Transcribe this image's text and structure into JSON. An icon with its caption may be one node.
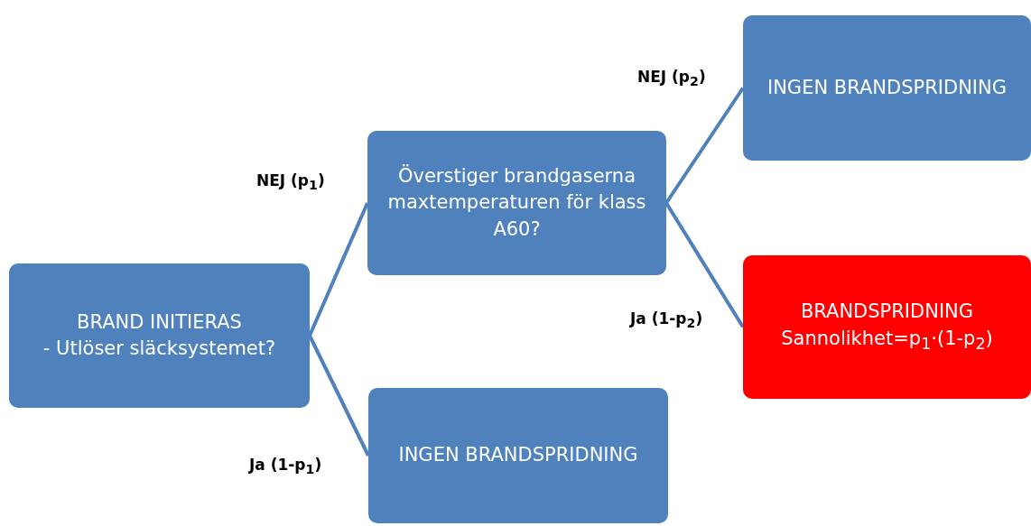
{
  "diagram": {
    "nodes": [
      {
        "text": [
          "BRAND INITIERAS",
          "- Utlöser släcksystemet?"
        ]
      },
      {
        "text": [
          "Överstiger brandgaserna maxtemperaturen för klass A60?"
        ]
      },
      {
        "text": [
          "INGEN BRANDSPRIDNING"
        ]
      },
      {
        "text": [
          "INGEN BRANDSPRIDNING"
        ]
      },
      {
        "text": [
          "BRANDSPRIDNING",
          "Sannolikhet=p$_{1}$·(1-p$_{2}$)"
        ]
      }
    ],
    "edges": [
      {
        "from": 0,
        "to": 1,
        "arrow": "none",
        "label": "NEJ (p$_{1}$)"
      },
      {
        "from": 0,
        "to": 2,
        "arrow": "none",
        "label": "Ja (1-p$_{1}$)"
      },
      {
        "from": 1,
        "to": 3,
        "arrow": "none",
        "label": "NEJ (p$_{2}$)"
      },
      {
        "from": 1,
        "to": 4,
        "arrow": "none",
        "label": "Ja (1-p$_{2}$)",
        "color": "#4f81bd"
      }
    ]
  }
}
